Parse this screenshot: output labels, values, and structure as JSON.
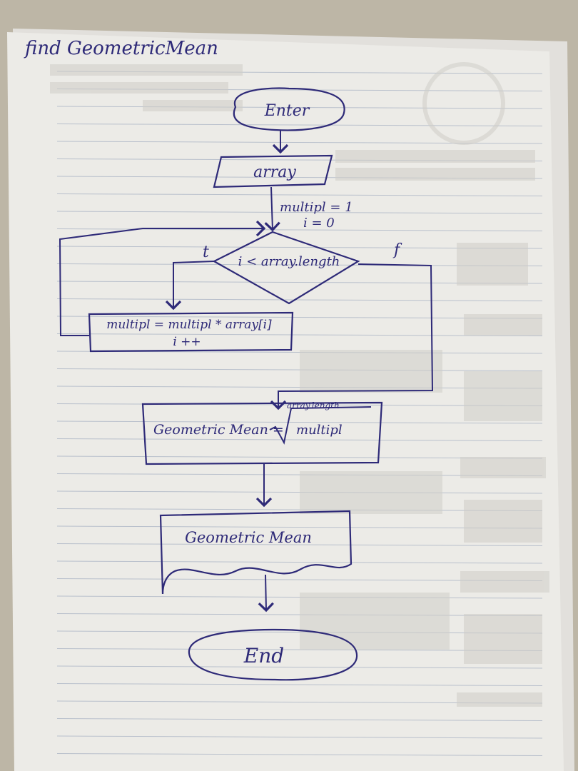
{
  "title": "find GeometricMean",
  "colors": {
    "ink": "#2e2a78",
    "paper": "#ecebe7",
    "table": "#bdb6a6",
    "rule_line": "#b9c0cc",
    "bleed_text": "#c9c8c4"
  },
  "flowchart": {
    "start": "Enter",
    "input": "array",
    "init": [
      "multipl = 1",
      "i = 0"
    ],
    "condition": "i < array.length",
    "true_label": "t",
    "false_label": "f",
    "loop_body": [
      "multipl = multipl * array[i]",
      "i ++"
    ],
    "compute": {
      "lhs": "Geometric Mean =",
      "radicand": "multipl",
      "root_index": "array.length"
    },
    "output": "Geometric Mean",
    "end": "End"
  }
}
